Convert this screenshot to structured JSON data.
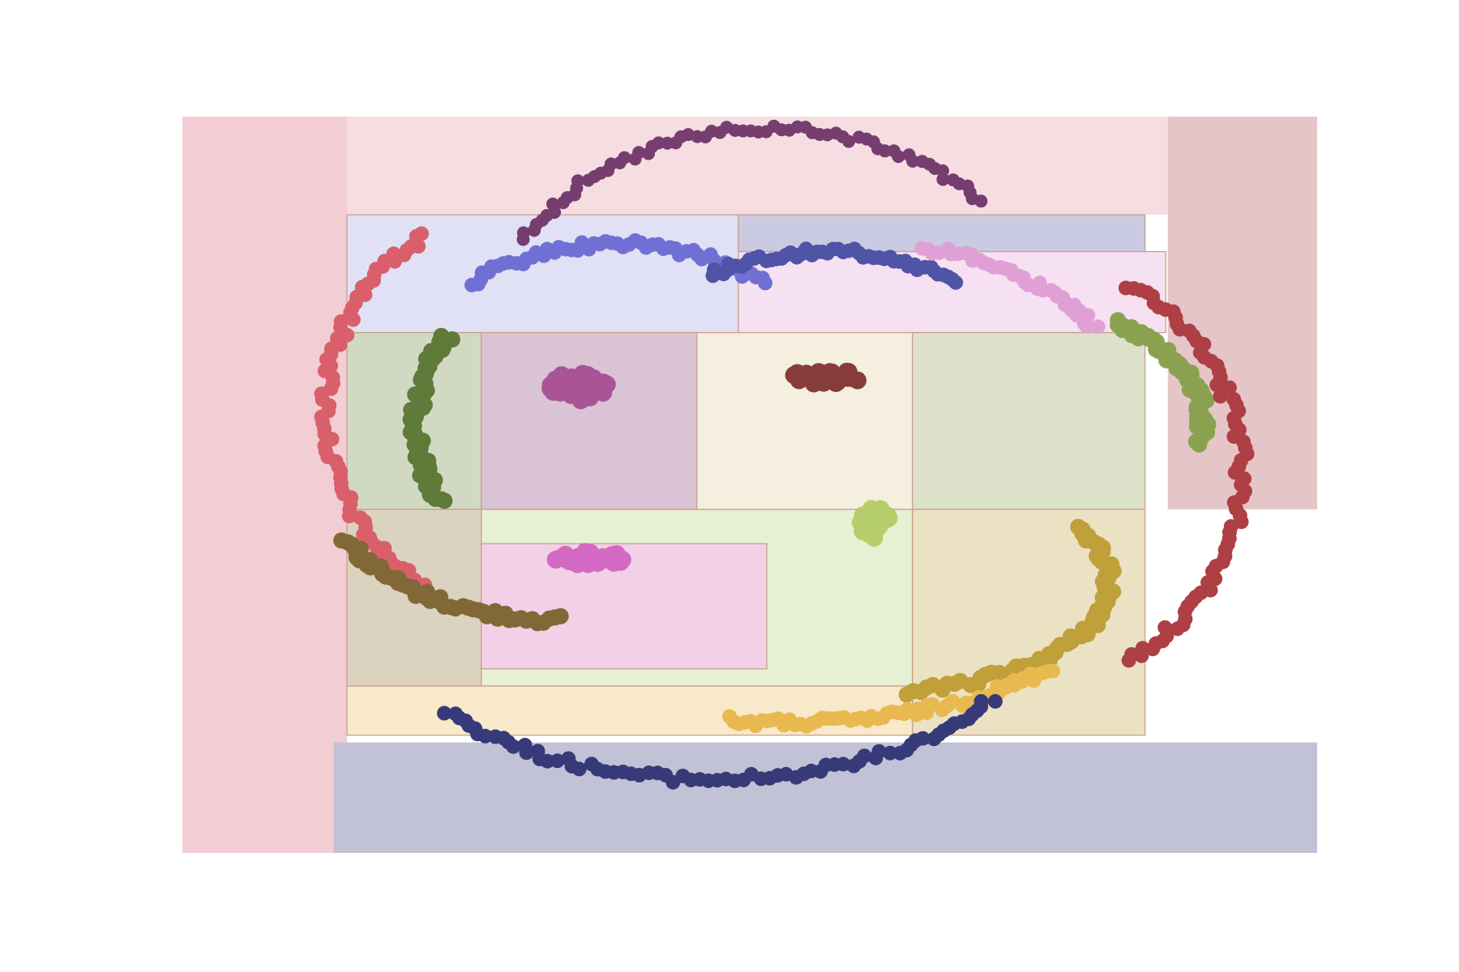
{
  "chart_data": {
    "type": "scatter",
    "subtype": "decision-regions",
    "title": "",
    "xlabel": "",
    "ylabel": "",
    "xlim": [
      -1.5,
      1.5
    ],
    "ylim": [
      -1.5,
      1.5
    ],
    "grid": false,
    "legend": "none",
    "axes_visible": false,
    "regions": [
      {
        "name": "left",
        "color": "#f2cdd3",
        "rect": [
          -1.5,
          1.5,
          -1.065,
          -1.5
        ]
      },
      {
        "name": "top",
        "color": "#f6dde2",
        "rect": [
          -1.065,
          1.5,
          1.105,
          1.1
        ]
      },
      {
        "name": "right",
        "color": "#e6c5c8",
        "rect": [
          1.105,
          1.5,
          1.5,
          -0.1
        ]
      },
      {
        "name": "bottom",
        "color": "#c1c2d6",
        "rect": [
          -1.1,
          -1.05,
          1.5,
          -1.5
        ]
      },
      {
        "name": "upper-left",
        "color": "#e1e1f5",
        "rect": [
          -1.065,
          1.1,
          -0.03,
          0.62
        ]
      },
      {
        "name": "upper-mid",
        "color": "#cacae2",
        "rect": [
          -0.03,
          1.1,
          1.045,
          0.95
        ]
      },
      {
        "name": "upper-right",
        "color": "#f5e1f2",
        "rect": [
          -0.03,
          0.95,
          1.1,
          0.62
        ]
      },
      {
        "name": "mid-left",
        "color": "#d1d9c3",
        "rect": [
          -1.065,
          0.62,
          -0.71,
          -0.1
        ]
      },
      {
        "name": "mid-center-left",
        "color": "#d9c3d5",
        "rect": [
          -0.71,
          0.62,
          -0.14,
          -0.1
        ]
      },
      {
        "name": "mid-center",
        "color": "#f5efdf",
        "rect": [
          -0.14,
          0.62,
          0.43,
          -0.1
        ]
      },
      {
        "name": "mid-right",
        "color": "#dce1c9",
        "rect": [
          0.43,
          0.62,
          1.045,
          -0.1
        ]
      },
      {
        "name": "center-band",
        "color": "#e7f0d2",
        "rect": [
          -0.71,
          -0.1,
          0.43,
          -0.82
        ]
      },
      {
        "name": "lower-center",
        "color": "#f2d0e8",
        "rect": [
          -0.71,
          -0.24,
          0.045,
          -0.75
        ]
      },
      {
        "name": "lower-left",
        "color": "#dbd3bf",
        "rect": [
          -1.065,
          -0.1,
          -0.71,
          -0.82
        ]
      },
      {
        "name": "lower-right",
        "color": "#ebe2c3",
        "rect": [
          0.43,
          -0.1,
          1.045,
          -1.02
        ]
      },
      {
        "name": "bottom-band",
        "color": "#f7e9c9",
        "rect": [
          -1.065,
          -0.82,
          0.43,
          -1.02
        ]
      }
    ],
    "series": [
      {
        "color": "#763d6f",
        "center": [
          0.05,
          0.55
        ],
        "radius": [
          0.75,
          0.9
        ],
        "arc_deg": [
          42,
          150
        ],
        "count": 70,
        "size": 8
      },
      {
        "color": "#7070d4",
        "center": [
          -0.35,
          0.1
        ],
        "radius": [
          0.68,
          0.88
        ],
        "arc_deg": [
          55,
          125
        ],
        "count": 55,
        "size": 9
      },
      {
        "color": "#4f54a6",
        "center": [
          0.2,
          0.25
        ],
        "radius": [
          0.6,
          0.7
        ],
        "arc_deg": [
          55,
          120
        ],
        "count": 50,
        "size": 9
      },
      {
        "color": "#e0a0d6",
        "center": [
          0.2,
          0.45
        ],
        "radius": [
          0.75,
          0.55
        ],
        "arc_deg": [
          20,
          70
        ],
        "count": 40,
        "size": 9
      },
      {
        "color": "#d9606a",
        "center": [
          -0.6,
          0.3
        ],
        "radius": [
          0.52,
          0.82
        ],
        "arc_deg": [
          120,
          240
        ],
        "count": 75,
        "size": 9
      },
      {
        "color": "#5f7a39",
        "center": [
          -0.6,
          0.25
        ],
        "radius": [
          0.28,
          0.5
        ],
        "arc_deg": [
          135,
          220
        ],
        "count": 60,
        "size": 10
      },
      {
        "color": "#a85497",
        "center": [
          -0.45,
          0.4
        ],
        "radius": [
          0.08,
          0.06
        ],
        "arc_deg": [
          0,
          360
        ],
        "count": 40,
        "size": 11
      },
      {
        "color": "#853c3b",
        "center": [
          0.2,
          0.44
        ],
        "radius": [
          0.1,
          0.03
        ],
        "arc_deg": [
          0,
          360
        ],
        "count": 30,
        "size": 11
      },
      {
        "color": "#8aa24f",
        "center": [
          0.65,
          0.25
        ],
        "radius": [
          0.55,
          0.5
        ],
        "arc_deg": [
          -10,
          55
        ],
        "count": 55,
        "size": 10
      },
      {
        "color": "#ae3f44",
        "center": [
          0.7,
          0.05
        ],
        "radius": [
          0.6,
          0.88
        ],
        "arc_deg": [
          -60,
          60
        ],
        "count": 75,
        "size": 9
      },
      {
        "color": "#826836",
        "center": [
          -0.5,
          -0.05
        ],
        "radius": [
          0.6,
          0.5
        ],
        "arc_deg": [
          200,
          270
        ],
        "count": 50,
        "size": 10
      },
      {
        "color": "#d369c2",
        "center": [
          -0.42,
          -0.3
        ],
        "radius": [
          0.1,
          0.03
        ],
        "arc_deg": [
          0,
          360
        ],
        "count": 30,
        "size": 11
      },
      {
        "color": "#b6cd6b",
        "center": [
          0.33,
          -0.15
        ],
        "radius": [
          0.04,
          0.07
        ],
        "arc_deg": [
          0,
          360
        ],
        "count": 30,
        "size": 11
      },
      {
        "color": "#bfa039",
        "center": [
          0.3,
          -0.4
        ],
        "radius": [
          0.65,
          0.45
        ],
        "arc_deg": [
          -80,
          30
        ],
        "count": 65,
        "size": 10
      },
      {
        "color": "#e8b94f",
        "center": [
          0.1,
          -0.35
        ],
        "radius": [
          0.9,
          0.62
        ],
        "arc_deg": [
          -100,
          -40
        ],
        "count": 65,
        "size": 9
      },
      {
        "color": "#373a78",
        "center": [
          -0.1,
          -0.55
        ],
        "radius": [
          0.85,
          0.65
        ],
        "arc_deg": [
          -145,
          -30
        ],
        "count": 75,
        "size": 9
      }
    ]
  }
}
